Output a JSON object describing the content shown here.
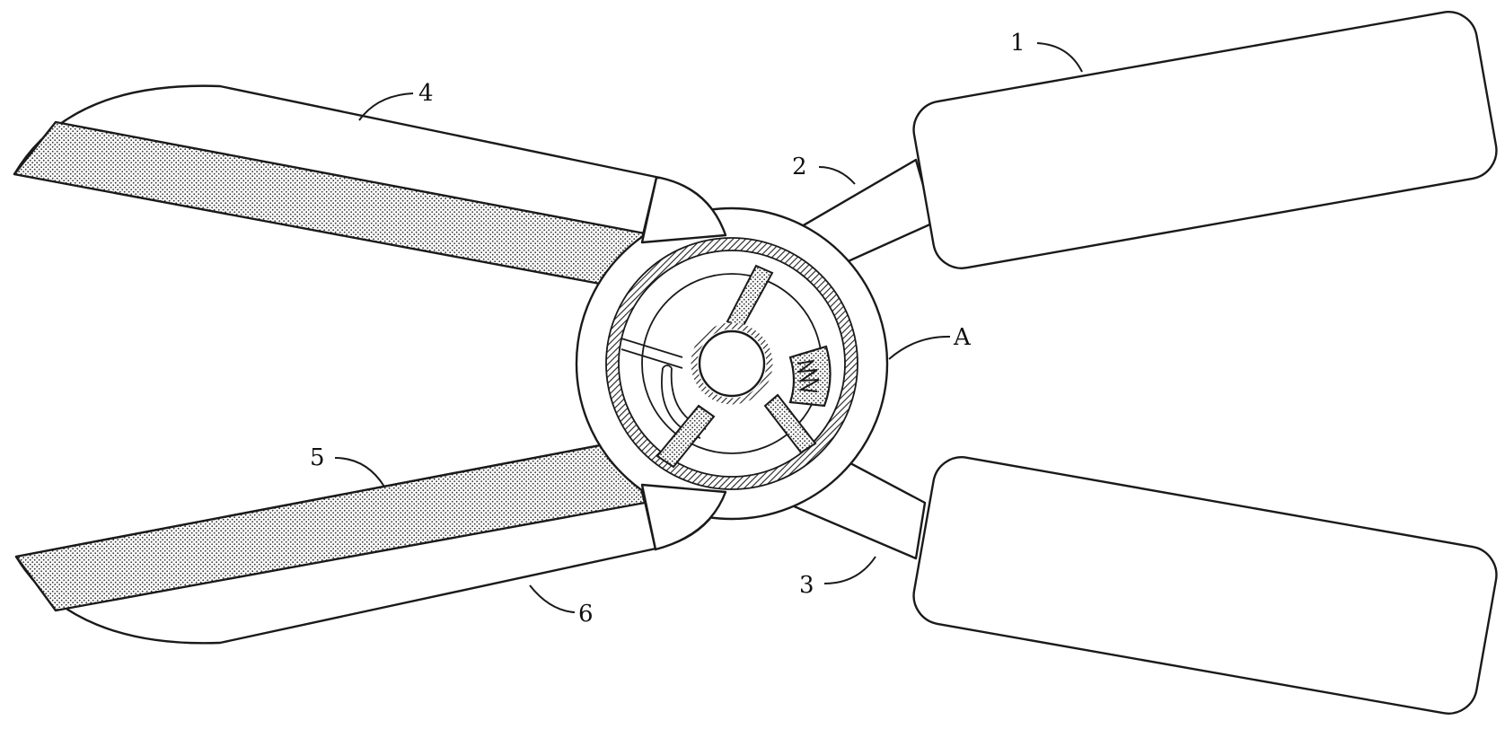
{
  "labels": {
    "handle_upper": "1",
    "arm_upper": "2",
    "arm_lower": "3",
    "blade_upper": "4",
    "cutting_edge_lower": "5",
    "blade_lower": "6",
    "detail_view": "A"
  }
}
